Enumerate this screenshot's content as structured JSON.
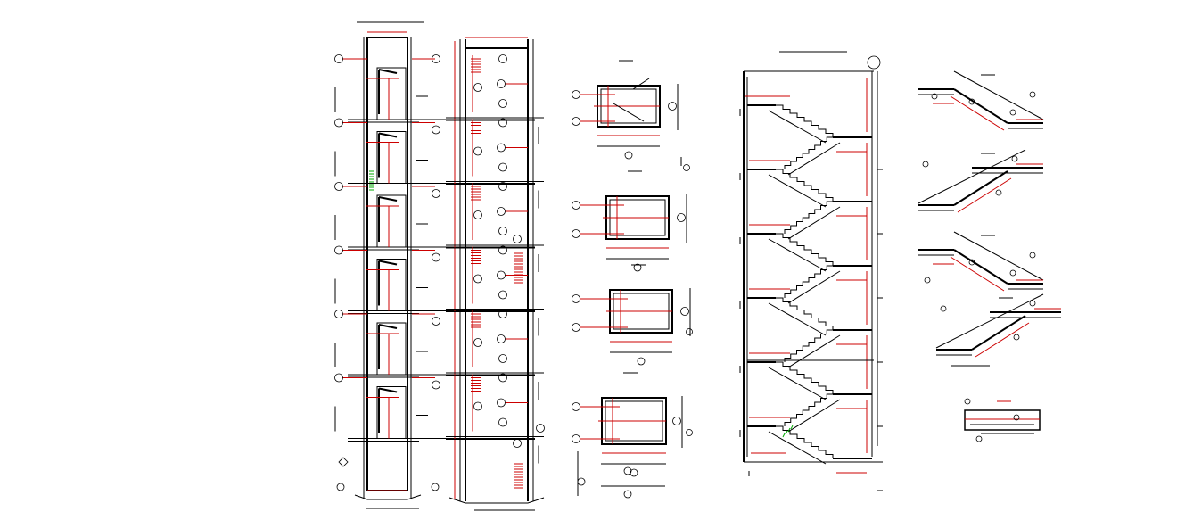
{
  "drawing": {
    "background": "#ffffff",
    "line_color": "#000000",
    "dimension_color": "#cc0000",
    "accent_color": "#00aa00"
  },
  "elevation_a": {
    "floors": 6
  },
  "elevation_b": {
    "floors": 6
  },
  "slab_sections": {
    "count": 4
  },
  "stair_section": {
    "floors": 6,
    "flights": 12
  },
  "stair_details": {
    "count": 4
  },
  "landing_detail": {
    "count": 1
  }
}
